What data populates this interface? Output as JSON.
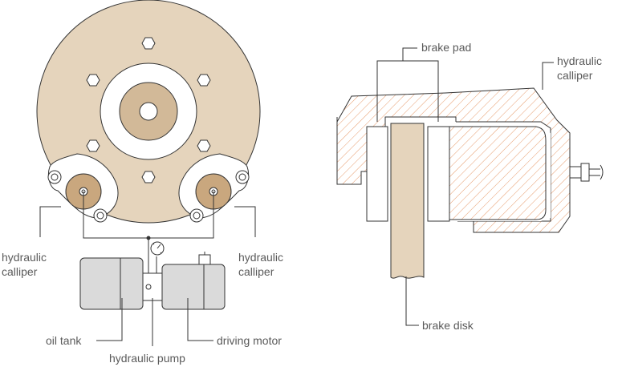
{
  "labels": {
    "brake_pad": "brake pad",
    "calliper_right_diagram": [
      "hydraulic",
      "calliper"
    ],
    "calliper_left": [
      "hydraulic",
      "calliper"
    ],
    "calliper_right": [
      "hydraulic",
      "calliper"
    ],
    "oil_tank": "oil tank",
    "hydraulic_pump": "hydraulic pump",
    "driving_motor": "driving motor",
    "brake_disk": "brake disk"
  },
  "colors": {
    "disk": "#e5d4bc",
    "hub": "#d2b998",
    "line": "#333333",
    "hatch": "#e79c6d",
    "tank": "#dadada",
    "white": "#ffffff"
  }
}
